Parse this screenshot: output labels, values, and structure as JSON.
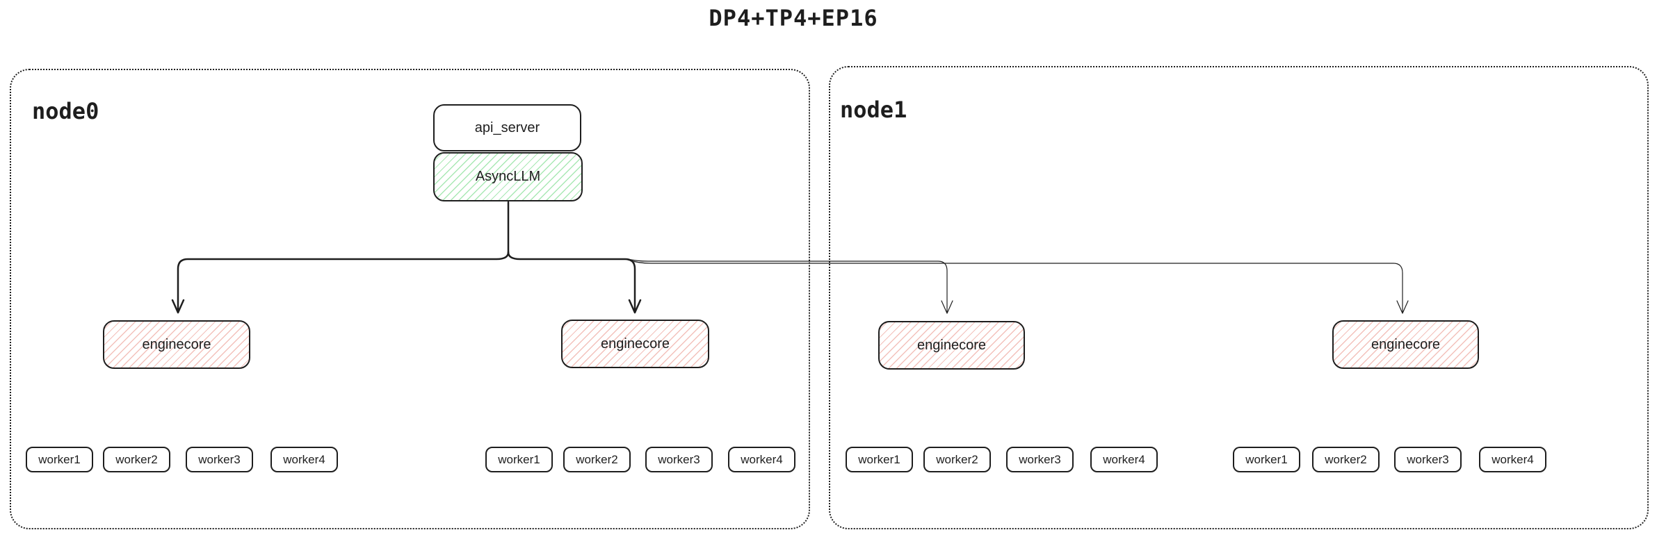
{
  "title": "DP4+TP4+EP16",
  "colors": {
    "ink": "#1e1e1e",
    "green_hatch": "#a9e8b4",
    "red_hatch": "#f3c1bb",
    "background": "#ffffff"
  },
  "node0": {
    "label": "node0",
    "api_server_label": "api_server",
    "async_llm_label": "AsyncLLM",
    "enginecores": [
      "enginecore",
      "enginecore"
    ],
    "worker_groups": [
      [
        "worker1",
        "worker2",
        "worker3",
        "worker4"
      ],
      [
        "worker1",
        "worker2",
        "worker3",
        "worker4"
      ]
    ]
  },
  "node1": {
    "label": "node1",
    "enginecores": [
      "enginecore",
      "enginecore"
    ],
    "worker_groups": [
      [
        "worker1",
        "worker2",
        "worker3",
        "worker4"
      ],
      [
        "worker1",
        "worker2",
        "worker3",
        "worker4"
      ]
    ]
  }
}
